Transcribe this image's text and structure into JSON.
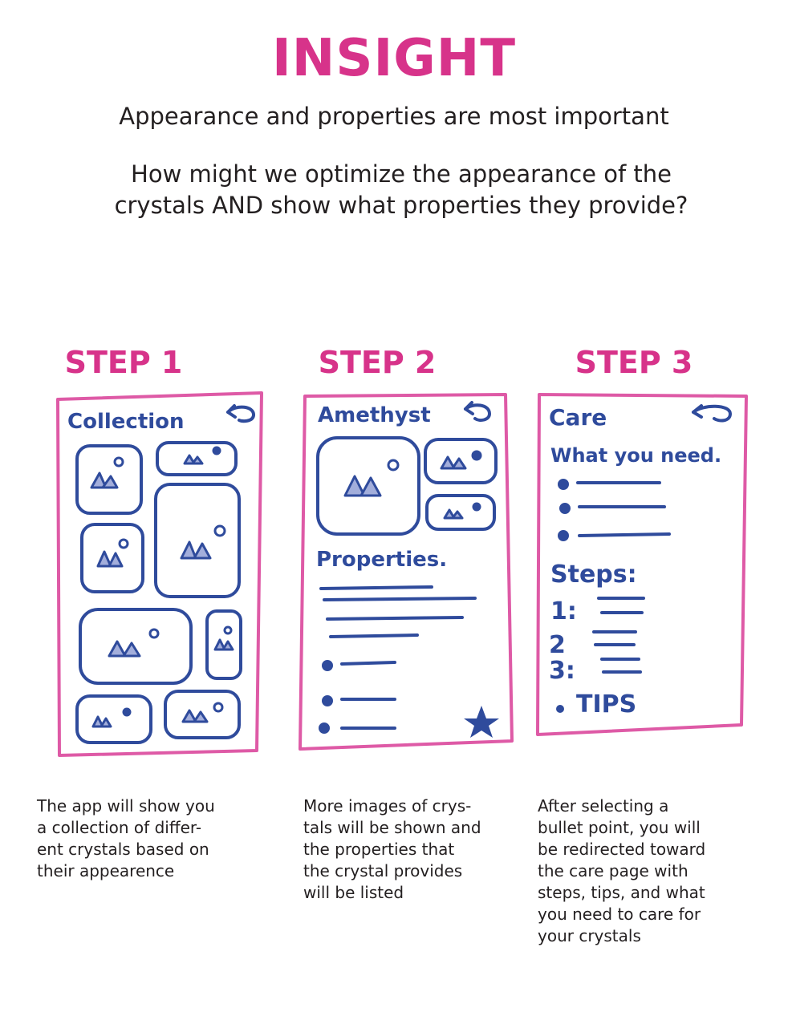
{
  "header": {
    "title": "INSIGHT",
    "subtitle": "Appearance and properties are most important",
    "question_line1": "How might we optimize the appearance of the",
    "question_line2": "crystals AND show what properties they provide?"
  },
  "colors": {
    "accent": "#d7338a",
    "frame": "#de5aa6",
    "ink": "#2f4b9c",
    "text": "#231f20"
  },
  "steps": [
    {
      "label": "STEP 1",
      "screen_title": "Collection",
      "caption": [
        "The app will show you",
        "a collection of differ-",
        "ent crystals based on",
        "their appearence"
      ]
    },
    {
      "label": "STEP 2",
      "screen_title": "Amethyst",
      "section_heading": "Properties.",
      "caption": [
        "More images of crys-",
        "tals will be shown and",
        "the properties that",
        "the crystal provides",
        "will be listed"
      ]
    },
    {
      "label": "STEP 3",
      "screen_title": "Care",
      "needs_heading": "What you need.",
      "steps_heading": "Steps:",
      "step_numbers": [
        "1:",
        "2",
        "3:"
      ],
      "tips_label": "TIPS",
      "caption": [
        "After selecting a",
        "bullet point, you will",
        "be redirected toward",
        "the care page with",
        "steps, tips, and what",
        "you need to care for",
        "your crystals"
      ]
    }
  ],
  "icons": {
    "back": "back-arrow-icon",
    "image": "image-placeholder-icon",
    "favorite": "star-icon",
    "bullet": "bullet-dot-icon"
  }
}
